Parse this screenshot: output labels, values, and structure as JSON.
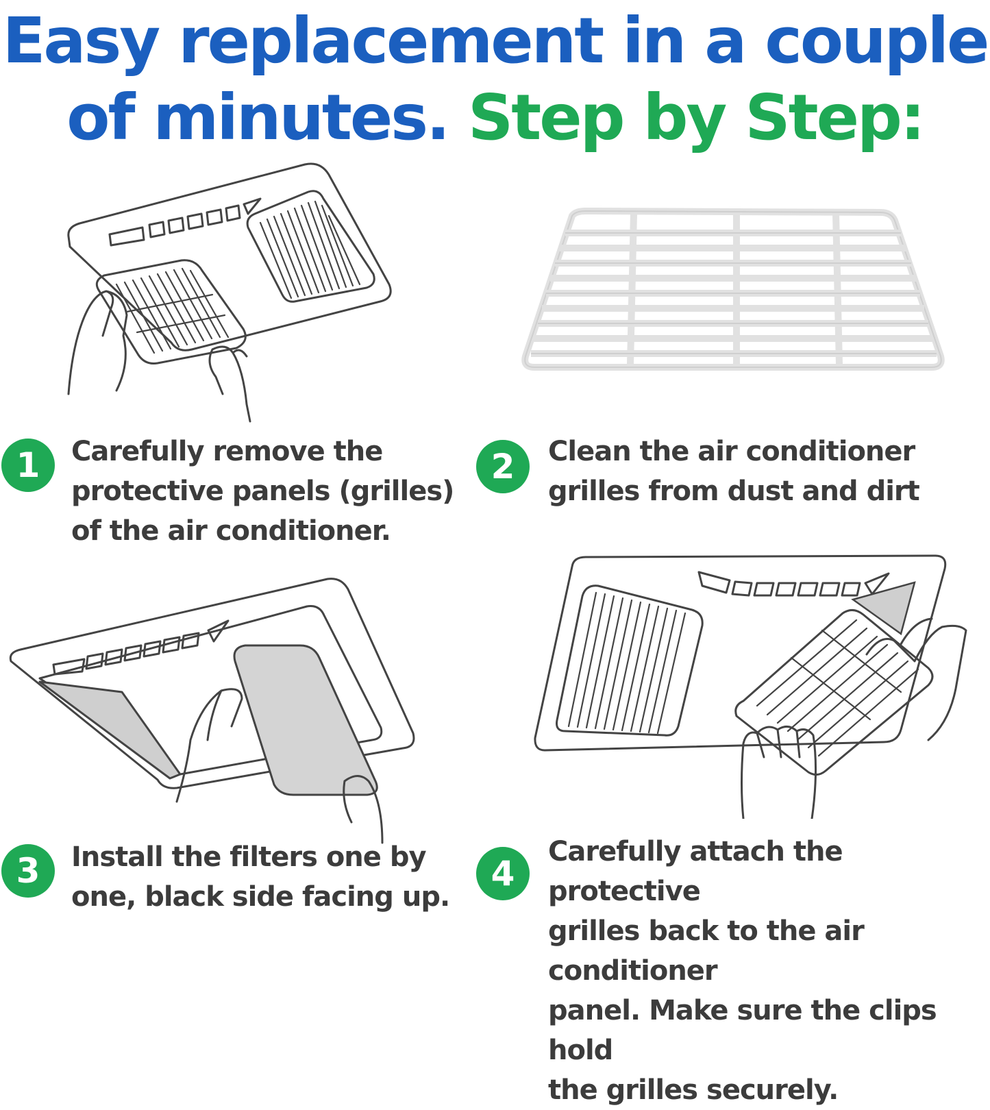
{
  "headline": {
    "line1": "Easy replacement in a couple",
    "line2_blue": "of minutes.",
    "line2_green": "Step by Step:"
  },
  "colors": {
    "blue": "#1b5fbf",
    "green": "#1fa955",
    "text": "#3c3c3c"
  },
  "steps": [
    {
      "number": "1",
      "lines": [
        "Carefully remove the",
        "protective panels (grilles)",
        "of the air conditioner."
      ]
    },
    {
      "number": "2",
      "lines": [
        "Clean the air conditioner",
        "grilles from dust and dirt"
      ]
    },
    {
      "number": "3",
      "lines": [
        "Install the filters one by",
        "one, black side facing up."
      ]
    },
    {
      "number": "4",
      "lines": [
        "Carefully attach the protective",
        "grilles back to the air conditioner",
        "panel. Make sure the clips hold",
        "the grilles securely."
      ]
    }
  ]
}
